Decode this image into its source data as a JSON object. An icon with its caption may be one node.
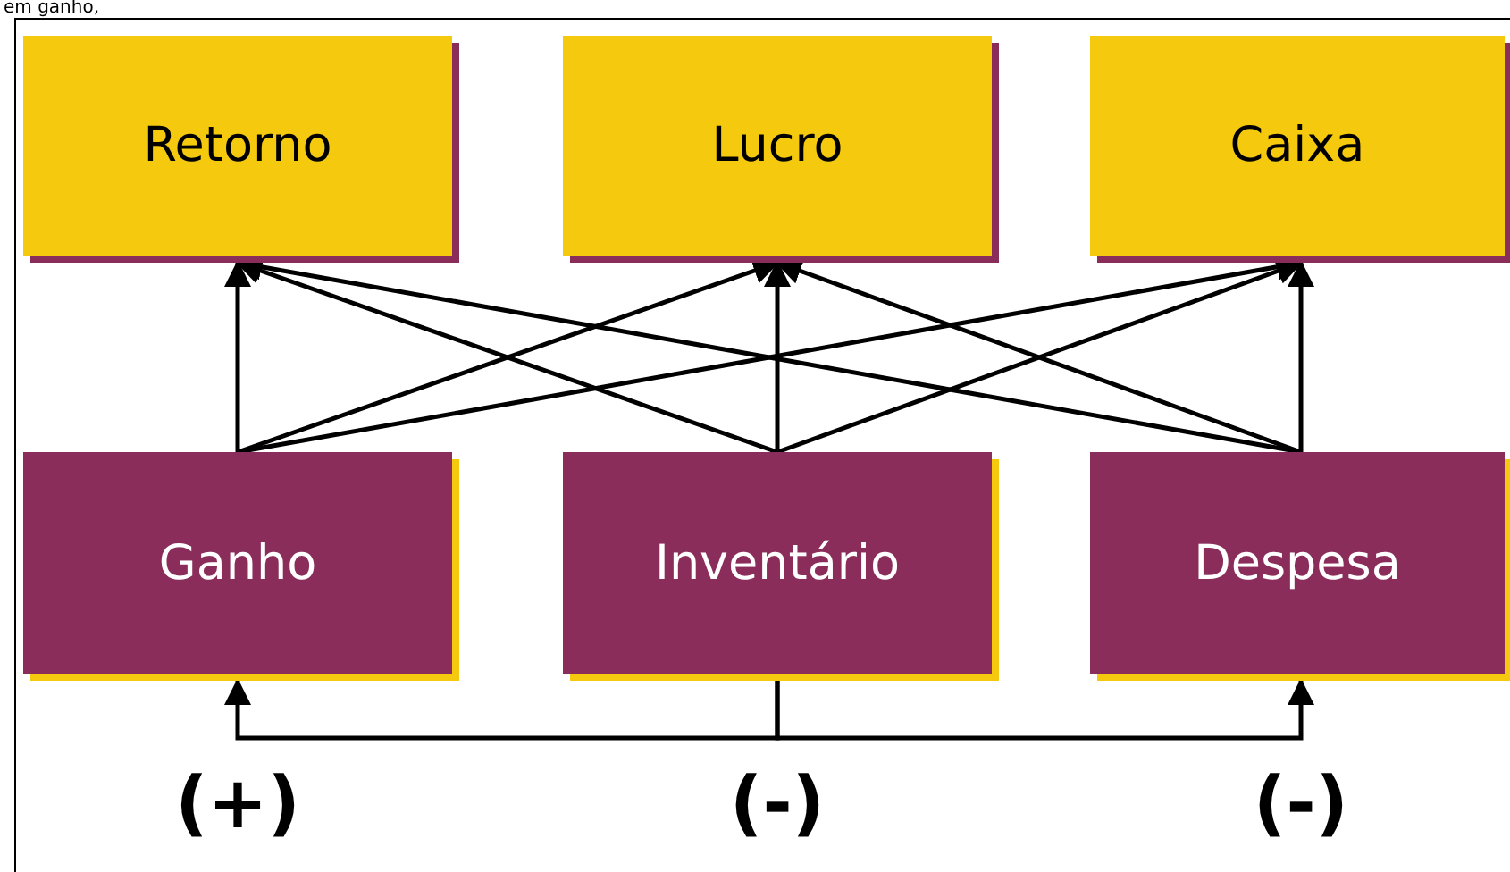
{
  "diagram": {
    "nodes": [
      {
        "text": [
          "Retorno"
        ]
      },
      {
        "text": [
          "Lucro"
        ]
      },
      {
        "text": [
          "Caixa"
        ]
      },
      {
        "text": [
          "Ganho"
        ]
      },
      {
        "text": [
          "Inventário"
        ]
      },
      {
        "text": [
          "Despesa"
        ]
      }
    ],
    "edges": [
      {
        "from": 3,
        "to": 0,
        "arrow": "to"
      },
      {
        "from": 3,
        "to": 1,
        "arrow": "to"
      },
      {
        "from": 3,
        "to": 2,
        "arrow": "to"
      },
      {
        "from": 4,
        "to": 0,
        "arrow": "to"
      },
      {
        "from": 4,
        "to": 1,
        "arrow": "to"
      },
      {
        "from": 4,
        "to": 2,
        "arrow": "to"
      },
      {
        "from": 5,
        "to": 0,
        "arrow": "to"
      },
      {
        "from": 5,
        "to": 1,
        "arrow": "to"
      },
      {
        "from": 5,
        "to": 2,
        "arrow": "to"
      },
      {
        "from": 4,
        "to": 3,
        "arrow": "to"
      },
      {
        "from": 4,
        "to": 5,
        "arrow": "to"
      }
    ],
    "labels": [
      "em ganho,",
      "(+)",
      "(-)",
      "(-)"
    ]
  }
}
